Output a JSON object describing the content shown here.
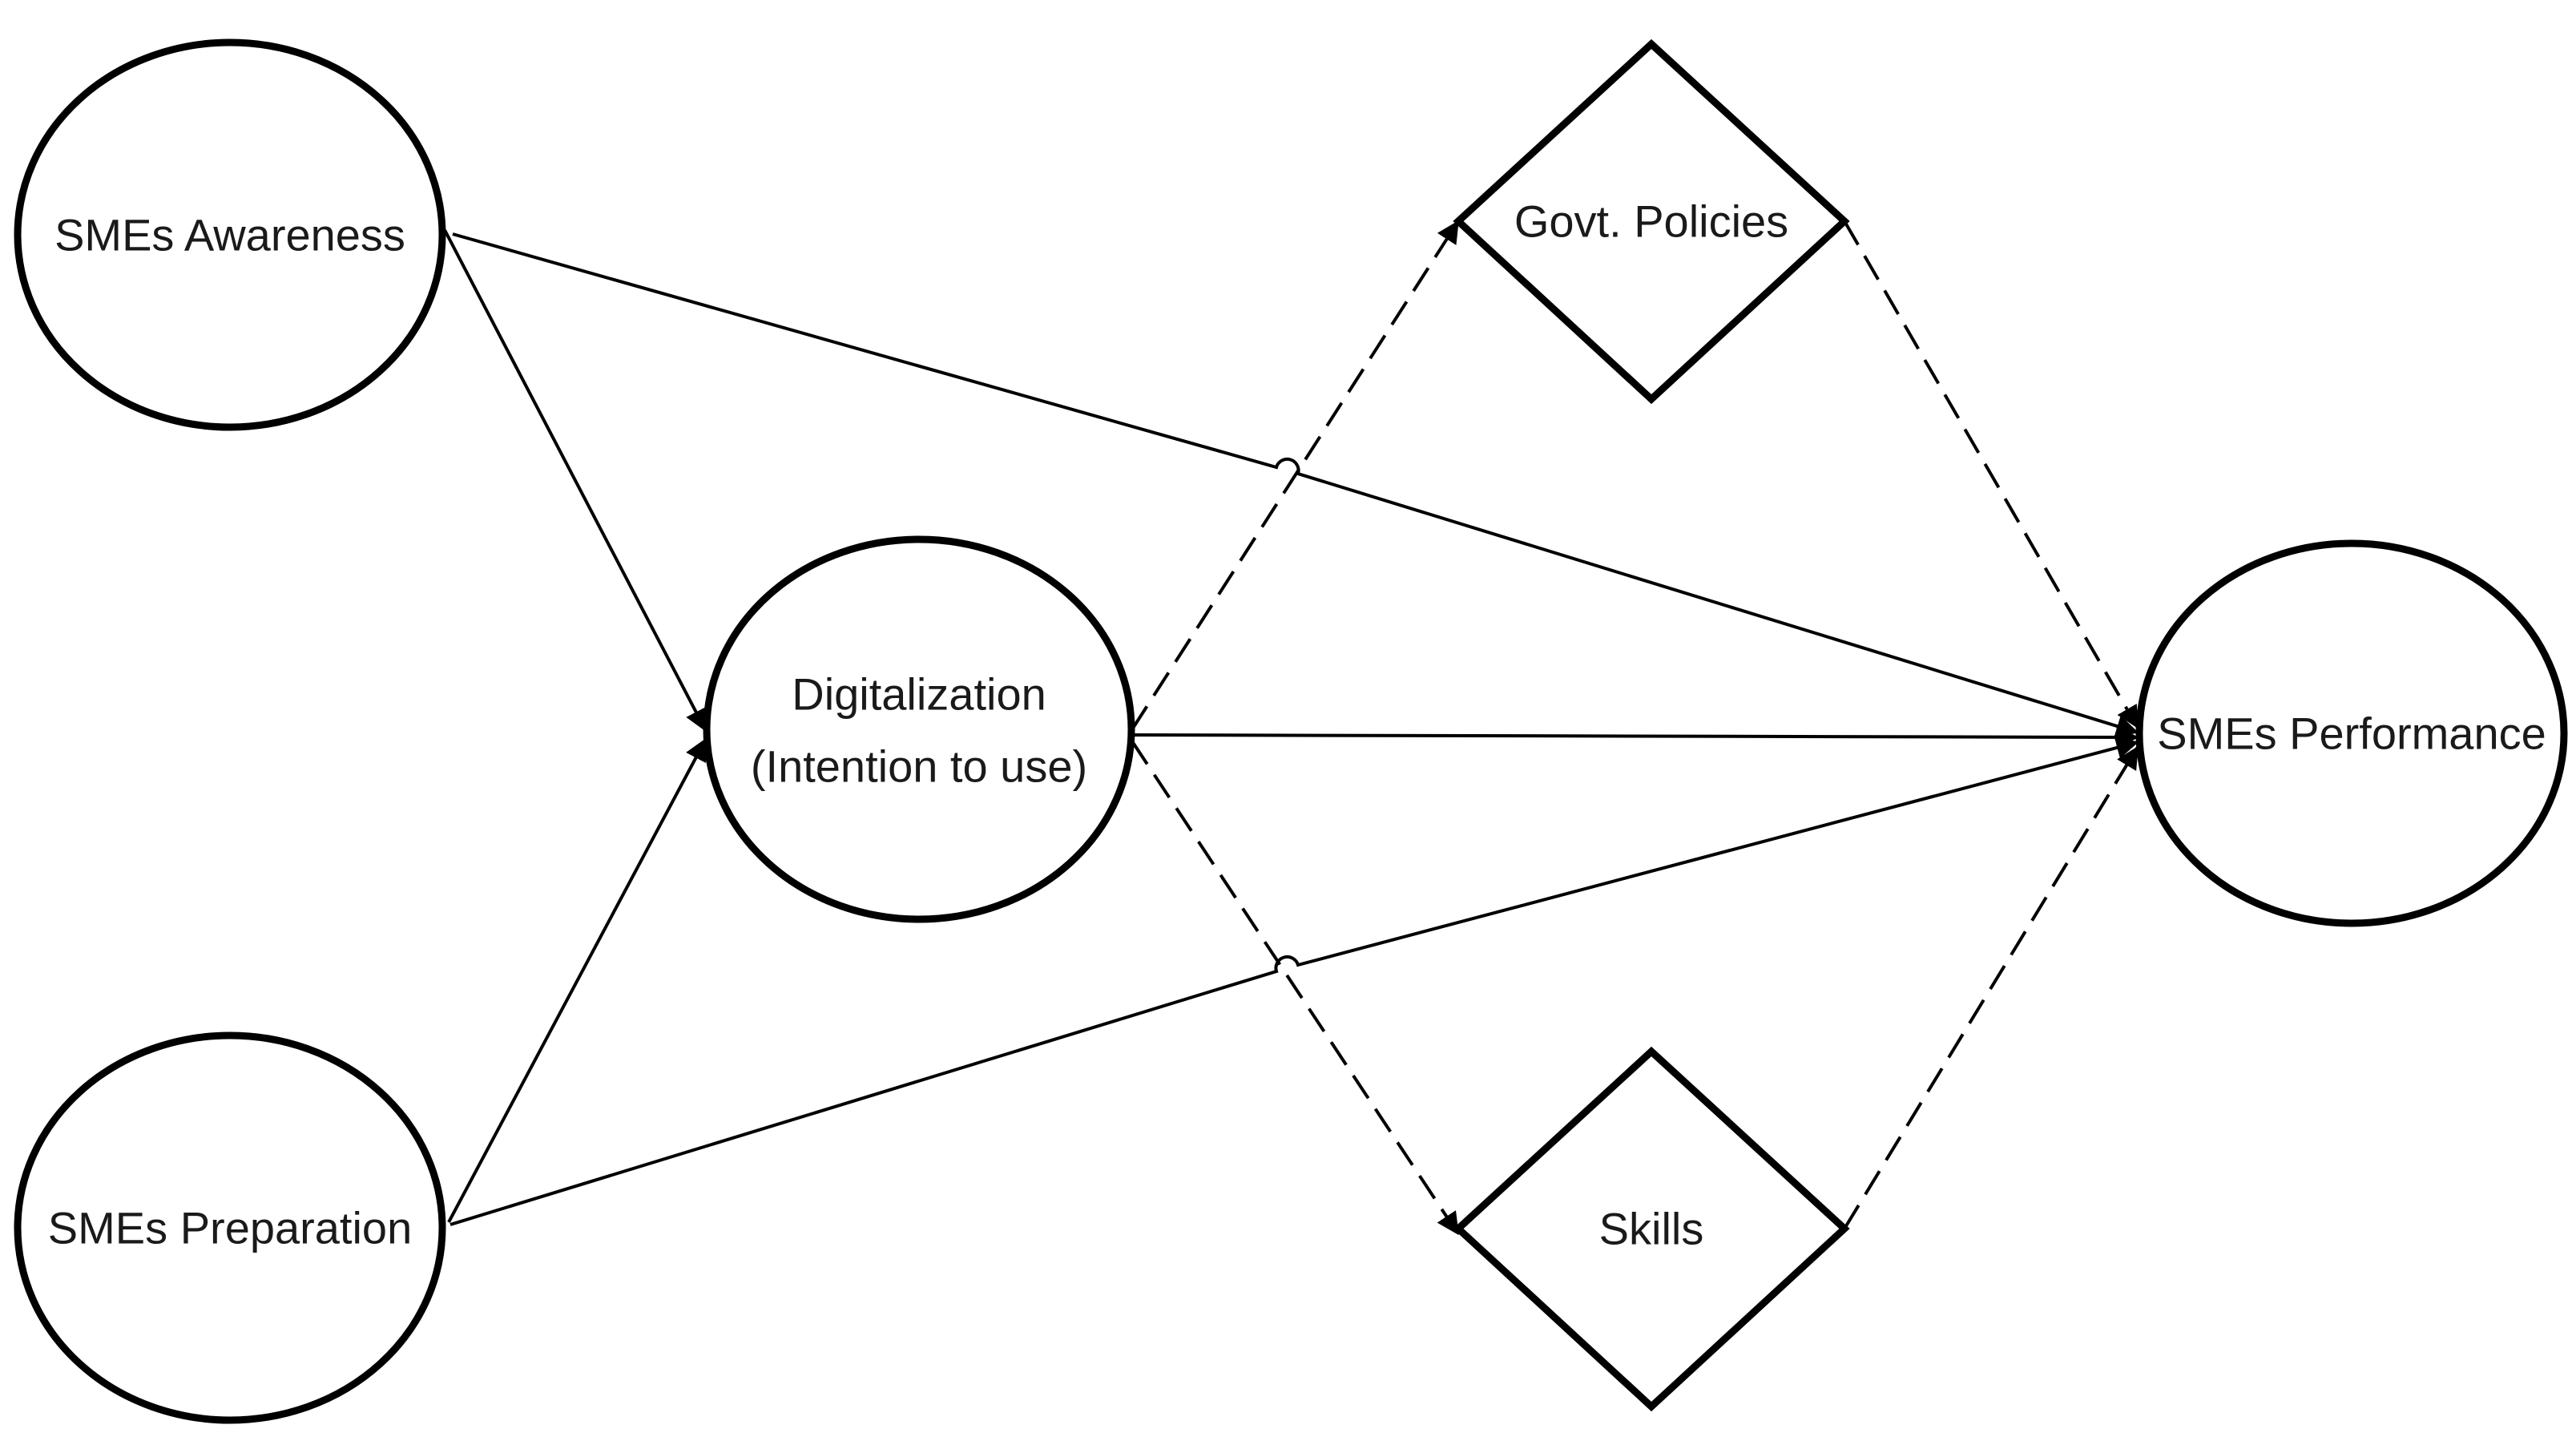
{
  "diagram": {
    "nodes": {
      "awareness": {
        "label": "SMEs Awareness",
        "shape": "ellipse"
      },
      "preparation": {
        "label": "SMEs Preparation",
        "shape": "ellipse"
      },
      "digitalization": {
        "label_line1": "Digitalization",
        "label_line2": "(Intention to use)",
        "shape": "ellipse"
      },
      "govt_policies": {
        "label": "Govt. Policies",
        "shape": "diamond"
      },
      "skills": {
        "label": "Skills",
        "shape": "diamond"
      },
      "performance": {
        "label": "SMEs Performance",
        "shape": "ellipse"
      }
    },
    "edges": [
      {
        "from": "SMEs Awareness",
        "to": "Digitalization (Intention to use)",
        "style": "solid"
      },
      {
        "from": "SMEs Preparation",
        "to": "Digitalization (Intention to use)",
        "style": "solid"
      },
      {
        "from": "SMEs Awareness",
        "to": "SMEs Performance",
        "style": "solid"
      },
      {
        "from": "SMEs Preparation",
        "to": "SMEs Performance",
        "style": "solid"
      },
      {
        "from": "Digitalization (Intention to use)",
        "to": "SMEs Performance",
        "style": "solid"
      },
      {
        "from": "Digitalization (Intention to use)",
        "to": "Govt. Policies",
        "style": "dashed"
      },
      {
        "from": "Digitalization (Intention to use)",
        "to": "Skills",
        "style": "dashed"
      },
      {
        "from": "Govt. Policies",
        "to": "SMEs Performance",
        "style": "dashed"
      },
      {
        "from": "Skills",
        "to": "SMEs Performance",
        "style": "dashed"
      }
    ],
    "colors": {
      "stroke": "#000000",
      "background": "#ffffff",
      "text": "#1a1a1a"
    }
  }
}
